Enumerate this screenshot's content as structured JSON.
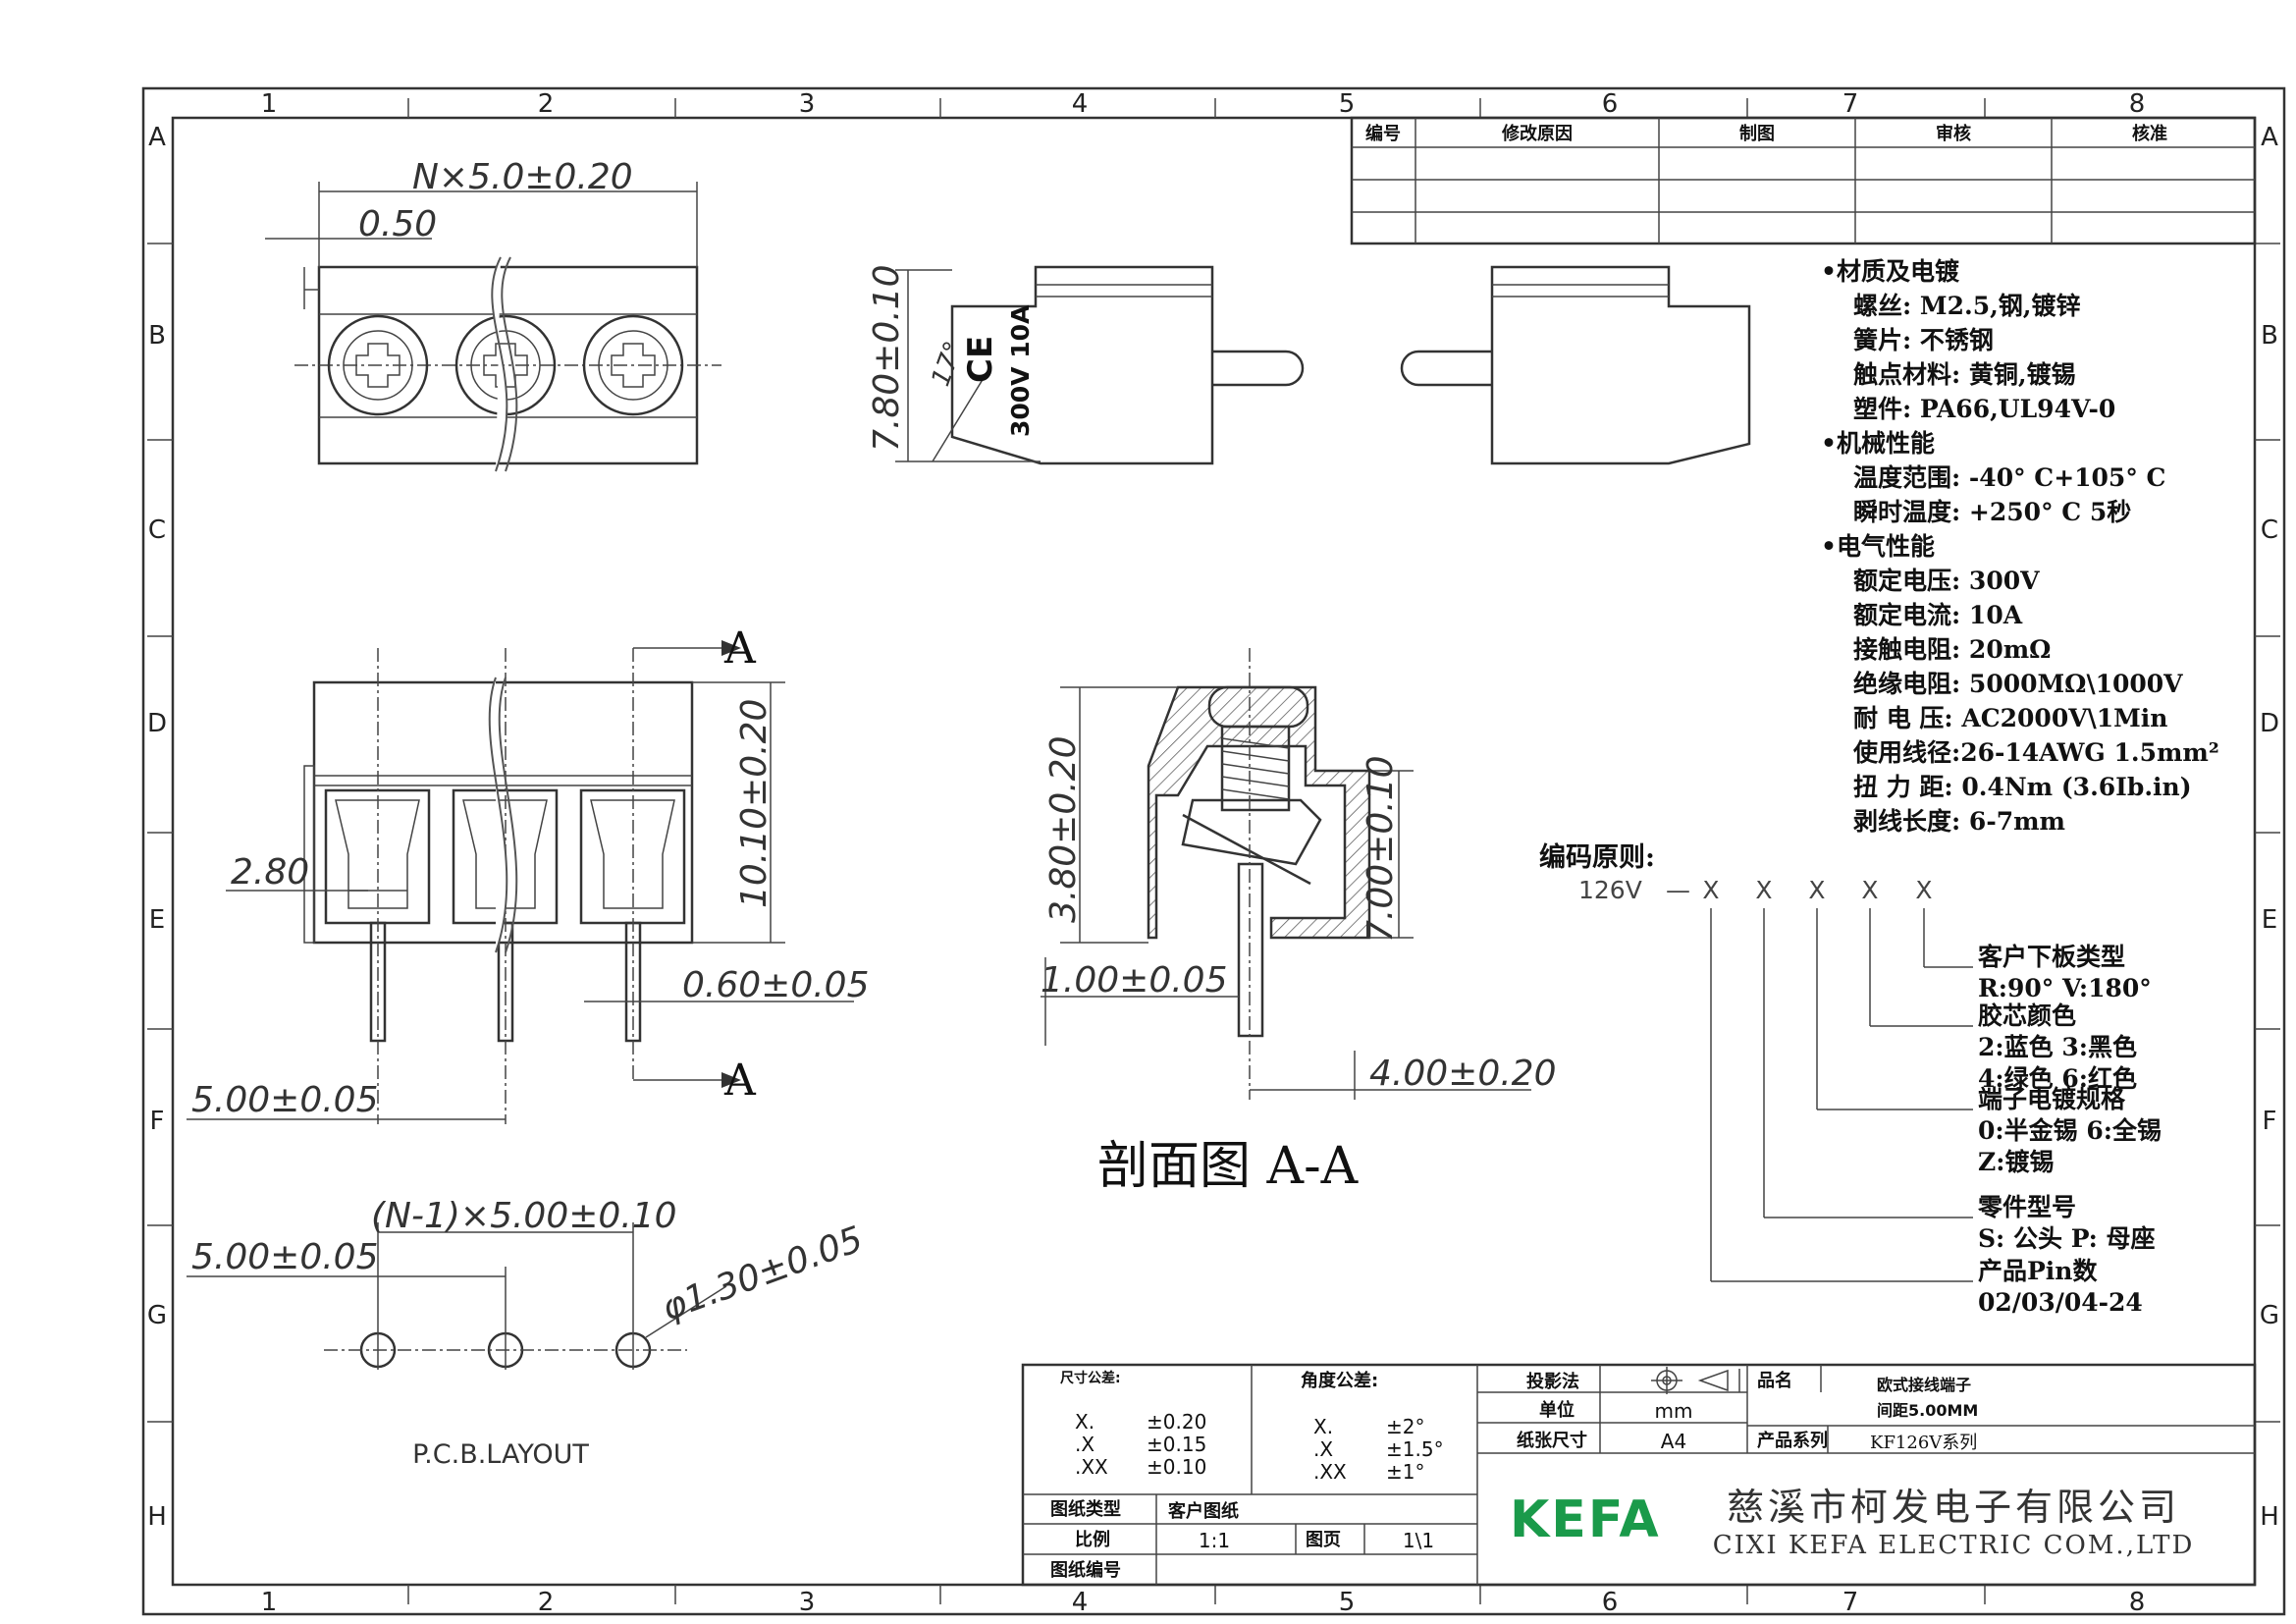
{
  "frame": {
    "columns": [
      "1",
      "2",
      "3",
      "4",
      "5",
      "6",
      "7",
      "8"
    ],
    "rows": [
      "A",
      "B",
      "C",
      "D",
      "E",
      "F",
      "G",
      "H"
    ]
  },
  "revision_table": {
    "headers": [
      "编号",
      "修改原因",
      "制图",
      "审核",
      "核准"
    ]
  },
  "top_view": {
    "dim_pitch": "N×5.0±0.20",
    "dim_offset": "0.50"
  },
  "side_view": {
    "dim_height": "7.80±0.10",
    "angle": "17°",
    "ce_mark": "CE",
    "rating": "300V 10A"
  },
  "front_view": {
    "section_label_top": "A",
    "section_label_bottom": "A",
    "dim_height": "10.10±0.20",
    "dim_opening": "2.80",
    "dim_pin": "0.60±0.05",
    "dim_edge": "5.00±0.05"
  },
  "section_view": {
    "dim_left": "3.80±0.20",
    "dim_right": "7.00±0.10",
    "dim_pin_offset": "1.00±0.05",
    "dim_bottom": "4.00±0.20",
    "title": "剖面图 A-A"
  },
  "pcb_layout": {
    "dim_pitch": "(N-1)×5.00±0.10",
    "dim_edge": "5.00±0.05",
    "dim_hole": "φ1.30±0.05",
    "label": "P.C.B.LAYOUT"
  },
  "specs": {
    "sections": [
      {
        "title": "•材质及电镀",
        "lines": [
          "螺丝: M2.5,钢,镀锌",
          "簧片: 不锈钢",
          "触点材料: 黄铜,镀锡",
          "塑件: PA66,UL94V-0"
        ]
      },
      {
        "title": "•机械性能",
        "lines": [
          "温度范围: -40° C+105° C",
          "瞬时温度: +250° C 5秒"
        ]
      },
      {
        "title": "•电气性能",
        "lines": [
          "额定电压: 300V",
          "额定电流: 10A",
          "接触电阻: 20mΩ",
          "绝缘电阻: 5000MΩ\\1000V",
          "耐 电 压: AC2000V\\1Min",
          "使用线径:26-14AWG 1.5mm²",
          "扭 力 距: 0.4Nm (3.6Ib.in)",
          "剥线长度: 6-7mm"
        ]
      }
    ]
  },
  "coding": {
    "title": "编码原则:",
    "prefix": "126V",
    "dash": "—",
    "placeholders": [
      "X",
      "X",
      "X",
      "X",
      "X"
    ],
    "legend": [
      {
        "title": "客户下板类型",
        "lines": [
          "R:90°  V:180°"
        ]
      },
      {
        "title": "胶芯颜色",
        "lines": [
          "2:蓝色 3:黑色",
          "4:绿色 6:红色"
        ]
      },
      {
        "title": "端子电镀规格",
        "lines": [
          "0:半金锡  6:全锡",
          "Z:镀锡"
        ]
      },
      {
        "title": "零件型号",
        "lines": [
          "S: 公头  P: 母座"
        ]
      },
      {
        "title": "产品Pin数",
        "lines": [
          "02/03/04-24"
        ]
      }
    ]
  },
  "title_block": {
    "tolerance_title": "尺寸公差:",
    "tolerances": [
      [
        "X.",
        "±0.20"
      ],
      [
        ".X",
        "±0.15"
      ],
      [
        ".XX",
        "±0.10"
      ]
    ],
    "angle_title": "角度公差:",
    "angle_tolerances": [
      [
        "X.",
        "±2°"
      ],
      [
        ".X",
        "±1.5°"
      ],
      [
        ".XX",
        "±1°"
      ]
    ],
    "drawing_type_label": "图纸类型",
    "drawing_type": "客户图纸",
    "scale_label": "比例",
    "scale": "1:1",
    "page_label": "图页",
    "page": "1\\1",
    "drawing_no_label": "图纸编号",
    "projection_label": "投影法",
    "unit_label": "单位",
    "unit": "mm",
    "paper_label": "纸张尺寸",
    "paper": "A4",
    "product_label": "品名",
    "product_name": "欧式接线端子",
    "product_spacing": "间距5.00MM",
    "series_label": "产品系列",
    "series": "KF126V系列",
    "logo": "KEFA",
    "company_cn": "慈溪市柯发电子有限公司",
    "company_en": "CIXI KEFA ELECTRIC COM.,LTD",
    "logo_color": "#1a9a4a"
  }
}
